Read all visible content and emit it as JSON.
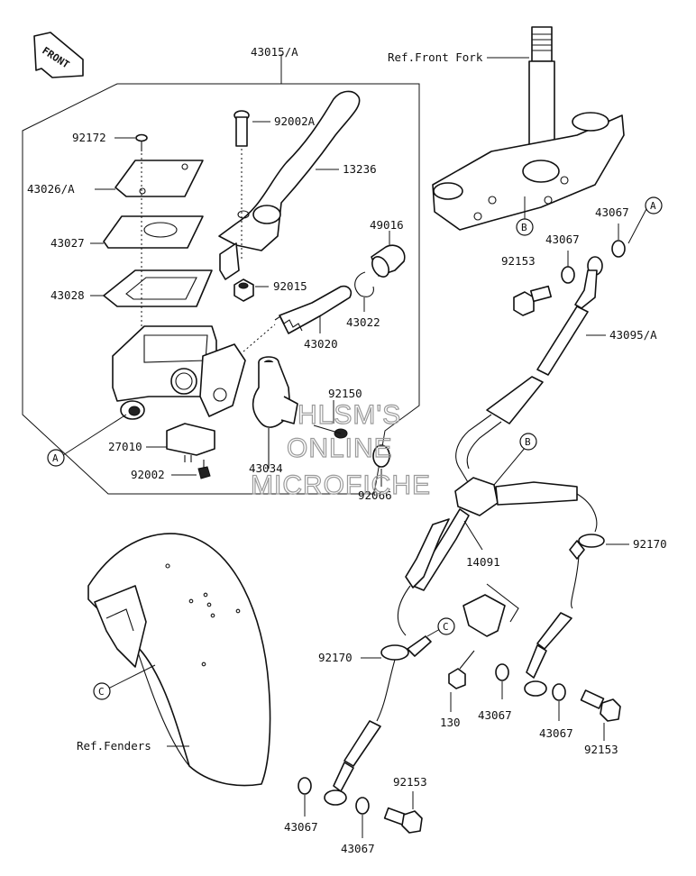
{
  "front_badge": "FRONT",
  "watermark": [
    "HLSM'S",
    "ONLINE",
    "MICROFICHE"
  ],
  "refs": {
    "front_fork": "Ref.Front Fork",
    "fenders": "Ref.Fenders"
  },
  "callouts": {
    "a": "A",
    "b": "B",
    "c": "C"
  },
  "parts": {
    "p43015": "43015/A",
    "p92172": "92172",
    "p92002a": "92002A",
    "p13236": "13236",
    "p43026": "43026/A",
    "p49016": "49016",
    "p43027": "43027",
    "p43028": "43028",
    "p92015": "92015",
    "p43022": "43022",
    "p43020": "43020",
    "p92150": "92150",
    "p27010": "27010",
    "p43034": "43034",
    "p92002": "92002",
    "p92066": "92066",
    "p43067_top_right": "43067",
    "p43067_top_mid": "43067",
    "p92153_top": "92153",
    "p43095": "43095/A",
    "p92170_right": "92170",
    "p14091": "14091",
    "p92170_left": "92170",
    "p130": "130",
    "p43067_mid": "43067",
    "p43067_right": "43067",
    "p92153_right": "92153",
    "p92153_bottom": "92153",
    "p43067_bottom_left": "43067",
    "p43067_bottom_mid": "43067"
  }
}
